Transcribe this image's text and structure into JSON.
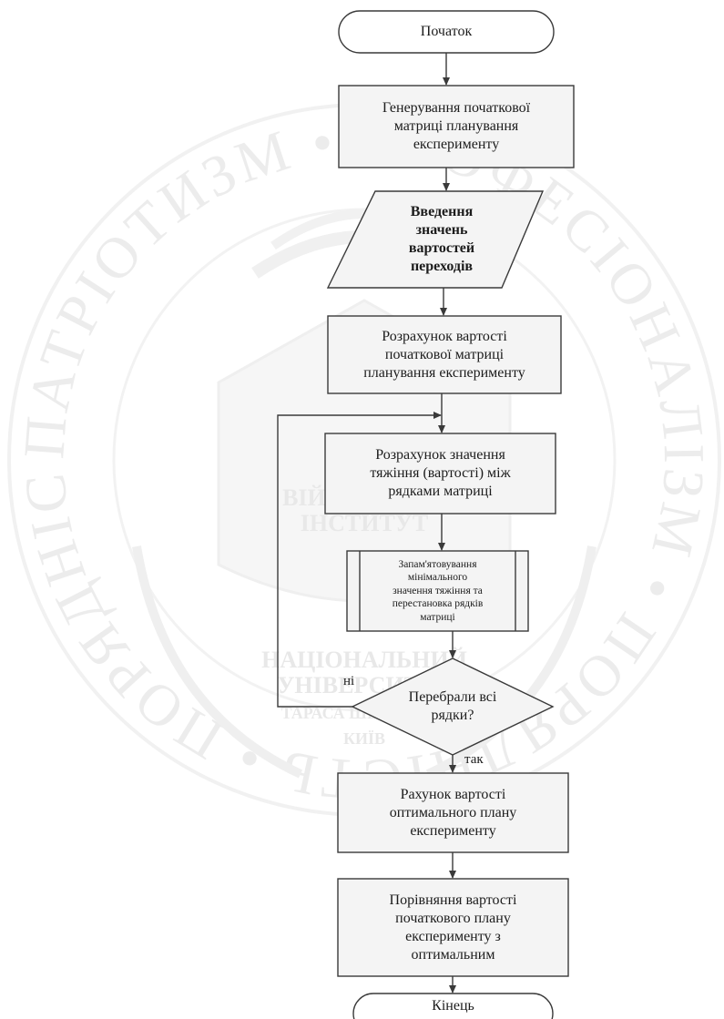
{
  "watermark": {
    "ring_text": "ПАТРІОТИЗМ • ПРОФЕСІОНАЛІЗМ • ПОРЯДНІСТЬ • ПОРЯДНІСТЬ • ПРОЗОРІСТЬ •",
    "center_lines": [
      "ВІЙСЬКОВИЙ",
      "ІНСТИТУТ",
      "НАЦІОНАЛЬНИЙ",
      "УНІВЕРСИТЕТ",
      "ТАРАСА ШЕВЧЕНКА",
      "КИЇВ"
    ]
  },
  "flowchart": {
    "start": "Початок",
    "generate": [
      "Генерування початкової",
      "матриці планування",
      "експерименту"
    ],
    "input": [
      "Введення",
      "значень",
      "вартостей",
      "переходів"
    ],
    "initial_cost": [
      "Розрахунок вартості",
      "початкової матриці",
      "планування експерименту"
    ],
    "gravity": [
      "Розрахунок значення",
      "тяжіння (вартості) між",
      "рядками матриці"
    ],
    "remember": [
      "Запам'ятовування",
      "мінімального",
      "значення тяжіння та",
      "перестановка рядків",
      "матриці"
    ],
    "decision": [
      "Перебрали всі",
      "рядки?"
    ],
    "label_no": "ні",
    "label_yes": "так",
    "optimal_cost": [
      "Рахунок вартості",
      "оптимального плану",
      "експерименту"
    ],
    "compare": [
      "Порівняння вартості",
      "початкового плану",
      "експерименту з",
      "оптимальним"
    ],
    "end": "Кінець"
  },
  "colors": {
    "box_fill": "#f4f4f4",
    "stroke": "#3a3a3a",
    "watermark": "#dcdcdc"
  }
}
